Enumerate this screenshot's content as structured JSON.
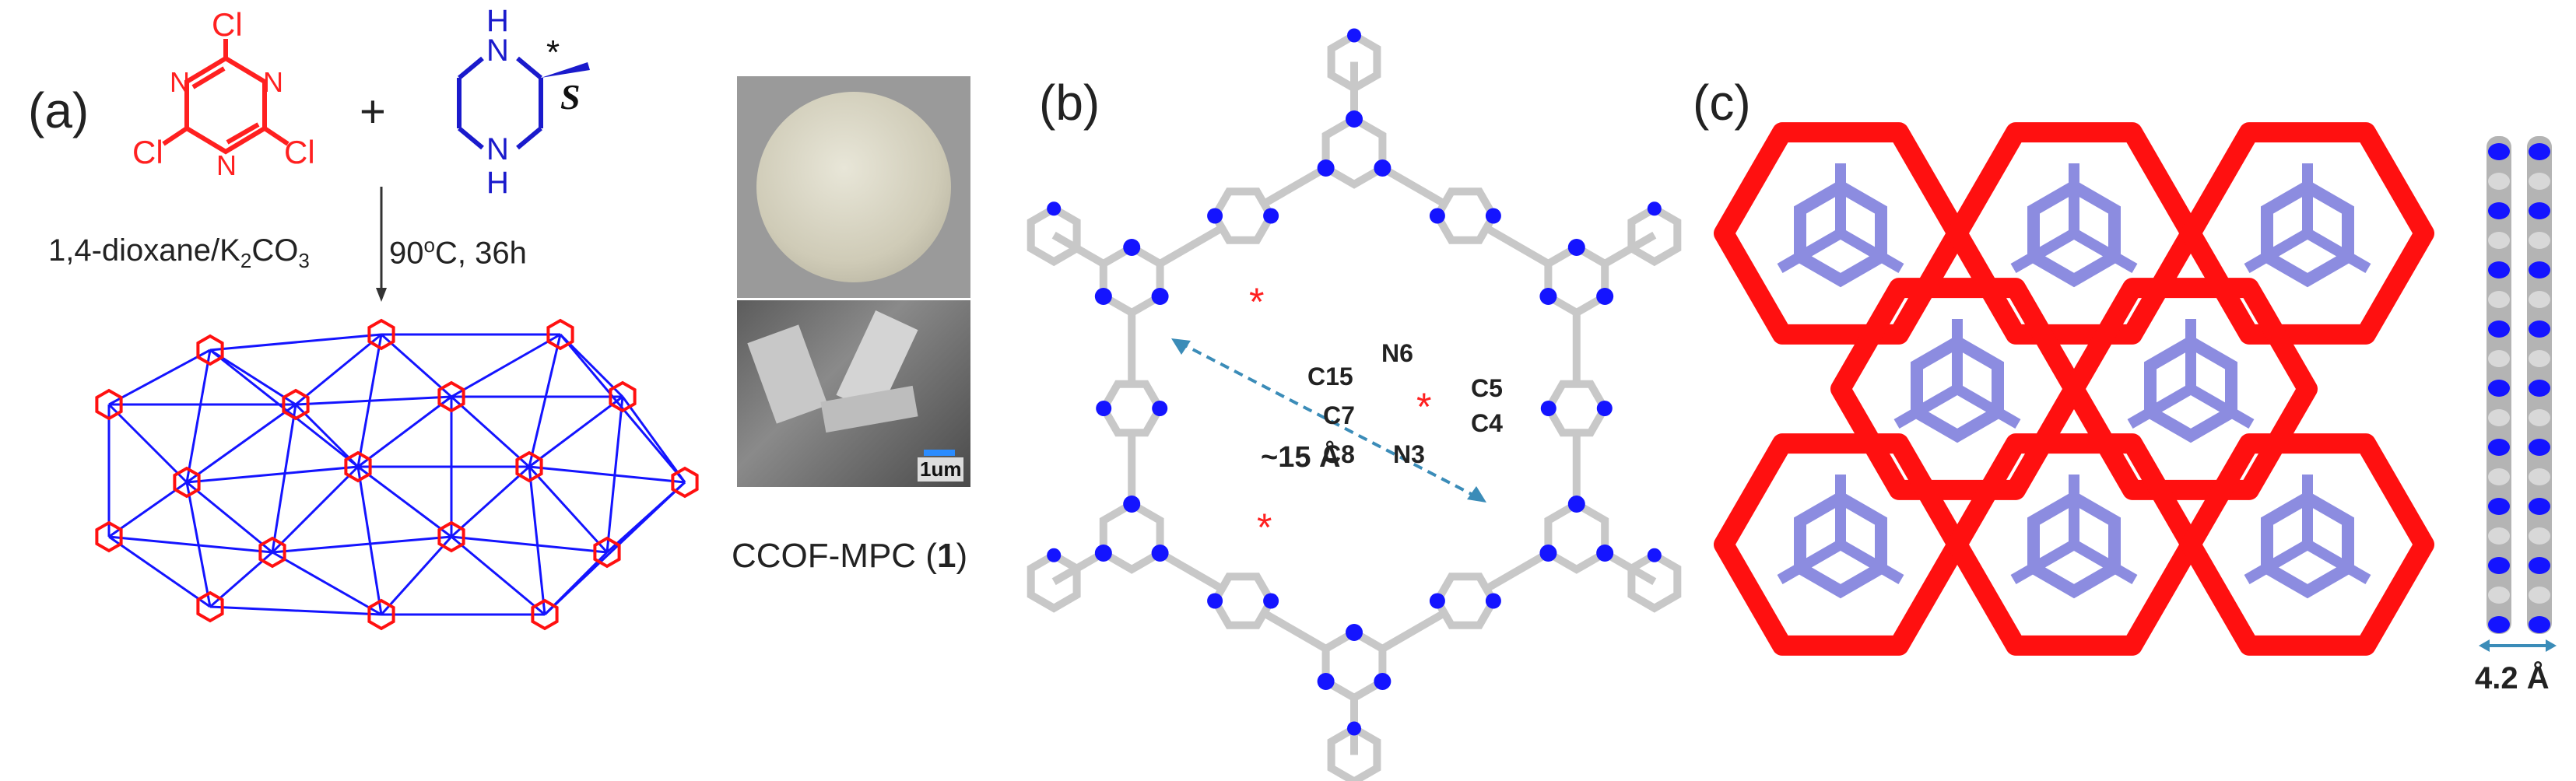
{
  "panels": {
    "a": {
      "label": "(a)",
      "reactant1": {
        "atom_cl": "Cl",
        "atom_n": "N",
        "color": "#ff2020"
      },
      "plus": "+",
      "reactant2": {
        "atom_nh": "N",
        "atom_h": "H",
        "stereo_star": "*",
        "stereo_label": "S",
        "color": "#1a1acc"
      },
      "conditions_left": "1,4-dioxane/K",
      "conditions_sub": "2",
      "conditions_right": "CO",
      "conditions_sub2": "3",
      "conditions_temp": "90",
      "conditions_deg": "o",
      "conditions_time": "C, 36h",
      "photo_scale_label": "1um",
      "product_name_prefix": "CCOF-MPC (",
      "product_number": "1",
      "product_name_suffix": ")"
    },
    "b": {
      "label": "(b)",
      "atom_labels": [
        "N6",
        "C15",
        "C5",
        "C7",
        "C4",
        "C8",
        "N3"
      ],
      "distance_label": "~15 Å",
      "stereo_mark": "*"
    },
    "c": {
      "label": "(c)",
      "layer_spacing": "4.2 Å"
    }
  },
  "colors": {
    "cof_red": "#ff1010",
    "cof_blue": "#1414ff",
    "linker_lavender": "#8c8ce0",
    "grey_bond": "#c8c8c8",
    "arrow_teal": "#3b8cb8"
  }
}
